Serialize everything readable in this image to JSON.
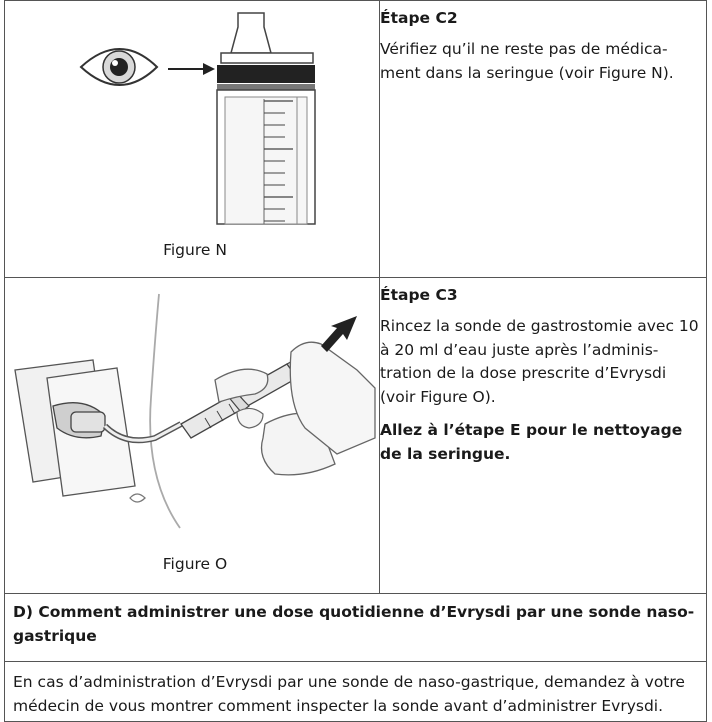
{
  "step_c2": {
    "title": "Étape C2",
    "text": "Vérifiez qu’il ne reste pas de médica-ment dans la seringue (voir Figure N).",
    "figure_caption": "Figure N"
  },
  "step_c3": {
    "title": "Étape C3",
    "text": "Rincez la sonde de gastrostomie avec 10 à 20 ml d’eau juste après l’adminis-tration de la dose prescrite d’Evrysdi (voir Figure O).",
    "bold_text": "Allez à l’étape E pour le nettoyage de la seringue.",
    "figure_caption": "Figure O"
  },
  "section_d": {
    "heading": "D) Comment administrer une dose quotidienne d’Evrysdi par une sonde naso-gastrique",
    "body": "En cas d’administration d’Evrysdi par une sonde de naso-gastrique, demandez à votre médecin de vous montrer comment inspecter la sonde avant d’administrer Evrysdi."
  },
  "icons": {
    "eye": "eye-icon",
    "arrow": "arrow-icon",
    "syringe": "syringe-icon"
  }
}
